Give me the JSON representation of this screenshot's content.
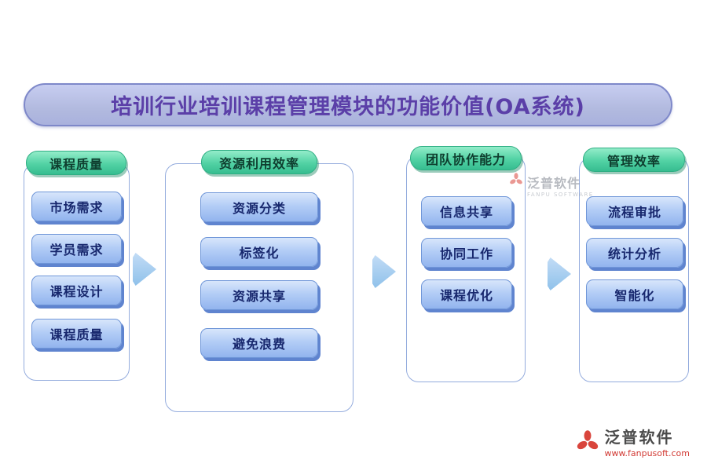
{
  "title": "培训行业培训课程管理模块的功能价值(OA系统)",
  "columns": [
    {
      "header": "课程质量",
      "items": [
        "市场需求",
        "学员需求",
        "课程设计",
        "课程质量"
      ]
    },
    {
      "header": "资源利用效率",
      "items": [
        "资源分类",
        "标签化",
        "资源共享",
        "避免浪费"
      ]
    },
    {
      "header": "团队协作能力",
      "items": [
        "信息共享",
        "协同工作",
        "课程优化"
      ]
    },
    {
      "header": "管理效率",
      "items": [
        "流程审批",
        "统计分析",
        "智能化"
      ]
    }
  ],
  "watermark": {
    "brand": "泛普软件",
    "brand_sub": "FANPU SOFTWARE",
    "url": "www.fanpusoft.com"
  },
  "colors": {
    "title_bg": "#b2badf",
    "title_text": "#5b3fa8",
    "header_pill": "#52d2a4",
    "item_button": "#a9c6f3",
    "item_text": "#17276d",
    "arrow": "#9dc9ee",
    "container_border": "#93abdd",
    "logo_red": "#d9453c"
  }
}
